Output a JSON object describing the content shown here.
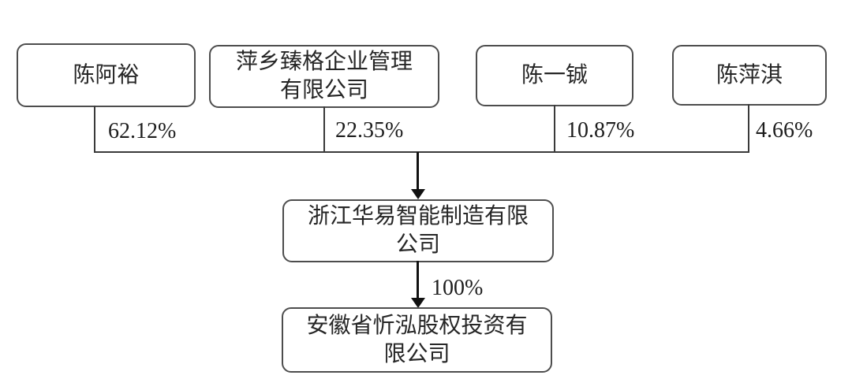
{
  "diagram": {
    "type": "equity-ownership-structure",
    "line_color": "#3a3a3a",
    "border_color": "#4d4d4d",
    "arrow_color": "#111111",
    "shareholders": [
      {
        "name": "陈阿裕",
        "percent": "62.12%"
      },
      {
        "name": "萍乡臻格企业管理有限公司",
        "percent": "22.35%"
      },
      {
        "name": "陈一铖",
        "percent": "10.87%"
      },
      {
        "name": "陈萍淇",
        "percent": "4.66%"
      }
    ],
    "holding_company": {
      "name": "浙江华易智能制造有限公司"
    },
    "subsidiary": {
      "name": "安徽省忻泓股权投资有限公司",
      "percent": "100%"
    }
  }
}
